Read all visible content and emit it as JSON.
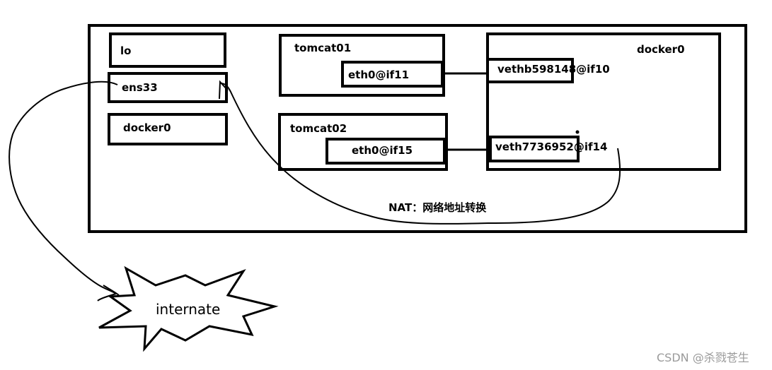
{
  "host": {
    "interfaces": {
      "lo": "lo",
      "ens33": "ens33",
      "docker0": "docker0"
    }
  },
  "containers": {
    "tomcat01": {
      "name": "tomcat01",
      "iface": "eth0@if11"
    },
    "tomcat02": {
      "name": "tomcat02",
      "iface": "eth0@if15"
    }
  },
  "bridge": {
    "name": "docker0",
    "veth1": "vethb598148@if10",
    "veth2": "veth7736952@if14"
  },
  "nat_label": "NAT：网络地址转换",
  "internet_label": "internate",
  "watermark": "CSDN @杀戮苍生"
}
